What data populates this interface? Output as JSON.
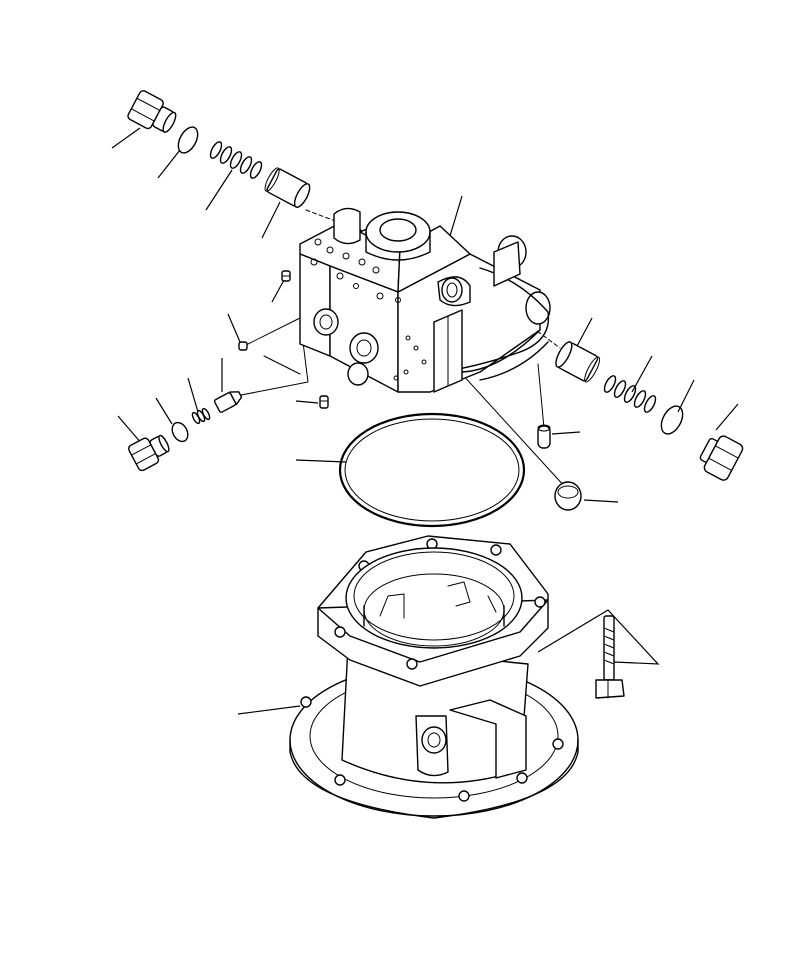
{
  "drawing": {
    "background": "#ffffff",
    "line_color": "#000000",
    "parts": [
      {
        "name": "plug-upper-left",
        "icon": "hex-plug-icon"
      },
      {
        "name": "o-ring-upper-left",
        "icon": "o-ring-icon"
      },
      {
        "name": "spring-upper-left",
        "icon": "spring-icon"
      },
      {
        "name": "spool-sleeve-upper-left",
        "icon": "sleeve-icon"
      },
      {
        "name": "valve-body",
        "icon": "valve-block-icon"
      },
      {
        "name": "plug-small-top",
        "icon": "plug-icon"
      },
      {
        "name": "plug-small-mid",
        "icon": "plug-icon"
      },
      {
        "name": "check-valve-poppet",
        "icon": "poppet-icon"
      },
      {
        "name": "spring-left",
        "icon": "spring-icon"
      },
      {
        "name": "o-ring-left",
        "icon": "o-ring-icon"
      },
      {
        "name": "plug-lower-left",
        "icon": "hex-plug-icon"
      },
      {
        "name": "plug-small-low",
        "icon": "plug-icon"
      },
      {
        "name": "spool-sleeve-right",
        "icon": "sleeve-icon"
      },
      {
        "name": "spring-right",
        "icon": "spring-icon"
      },
      {
        "name": "o-ring-right",
        "icon": "o-ring-icon"
      },
      {
        "name": "plug-right",
        "icon": "hex-plug-icon"
      },
      {
        "name": "dowel-pin",
        "icon": "pin-icon"
      },
      {
        "name": "bushing",
        "icon": "bushing-icon"
      },
      {
        "name": "large-o-ring",
        "icon": "o-ring-icon"
      },
      {
        "name": "housing",
        "icon": "housing-icon"
      },
      {
        "name": "bolt",
        "icon": "bolt-icon"
      }
    ]
  }
}
